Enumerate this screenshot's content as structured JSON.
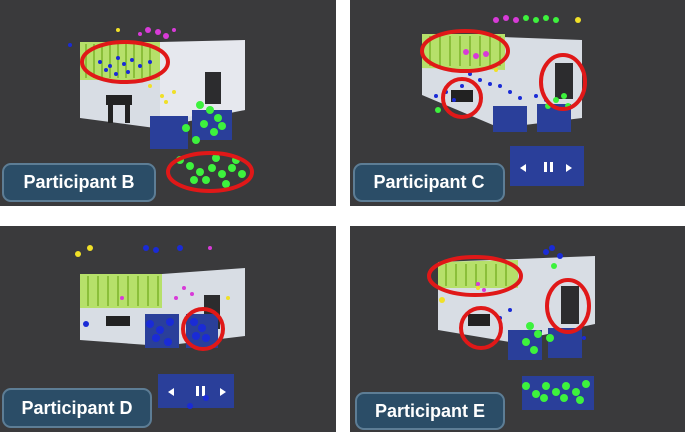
{
  "panels": [
    {
      "id": "b",
      "label": "Participant B"
    },
    {
      "id": "c",
      "label": "Participant C"
    },
    {
      "id": "d",
      "label": "Participant D"
    },
    {
      "id": "e",
      "label": "Participant E"
    }
  ],
  "colors": {
    "panel_bg": "#3a3a3c",
    "label_bg": "#2b4d67",
    "highlight_ring": "#e01818",
    "gaze_green": "#3df23d",
    "gaze_blue": "#1a2bd6",
    "gaze_magenta": "#d83ad8",
    "gaze_yellow": "#f0e028",
    "room_wall": "#d8dde4",
    "media_panel": "#2a3f9a"
  }
}
